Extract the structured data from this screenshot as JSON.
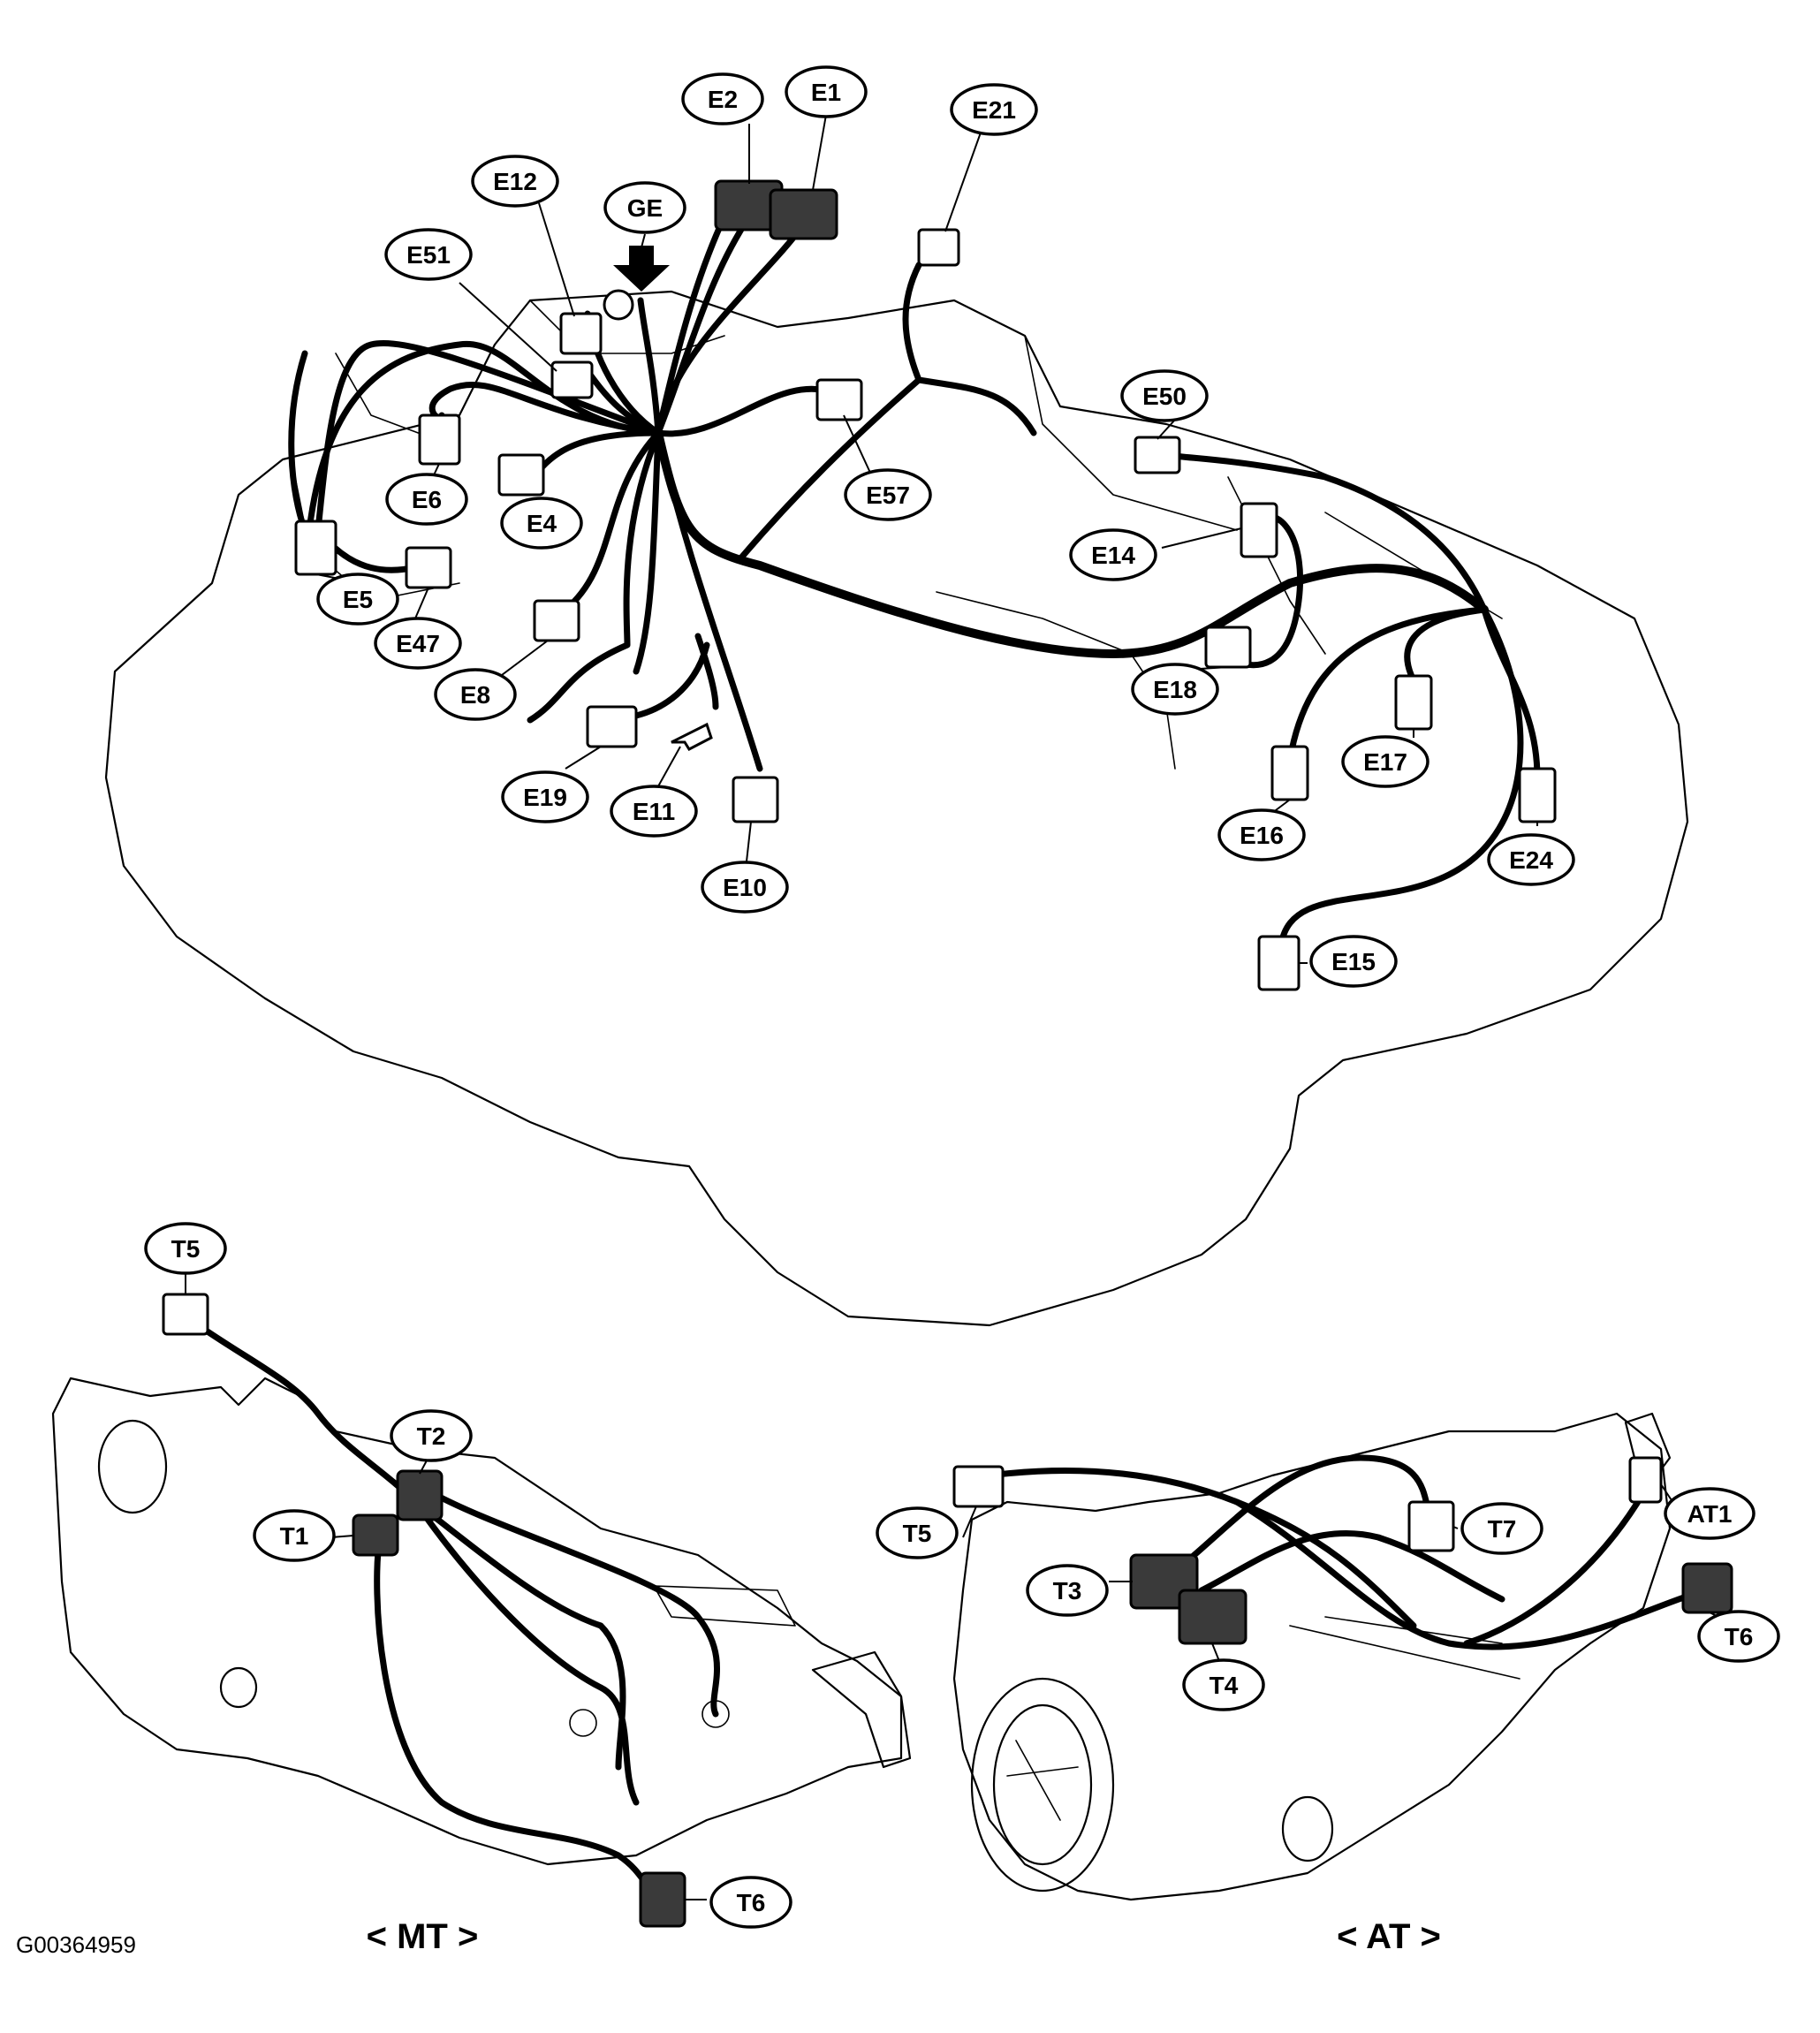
{
  "figure_id": "G00364959",
  "captions": {
    "mt": "< MT >",
    "at": "< AT >"
  },
  "labels": {
    "E1": "E1",
    "E2": "E2",
    "E21": "E21",
    "E12": "E12",
    "GE": "GE",
    "E51": "E51",
    "E50": "E50",
    "E6": "E6",
    "E4": "E4",
    "E57": "E57",
    "E14": "E14",
    "E5": "E5",
    "E47": "E47",
    "E8": "E8",
    "E18": "E18",
    "E17": "E17",
    "E16": "E16",
    "E24": "E24",
    "E19": "E19",
    "E11": "E11",
    "E10": "E10",
    "E15": "E15",
    "T5_mt": "T5",
    "T2": "T2",
    "T1": "T1",
    "T6_mt": "T6",
    "T5_at": "T5",
    "T7": "T7",
    "AT1": "AT1",
    "T3": "T3",
    "T4": "T4",
    "T6_at": "T6"
  }
}
